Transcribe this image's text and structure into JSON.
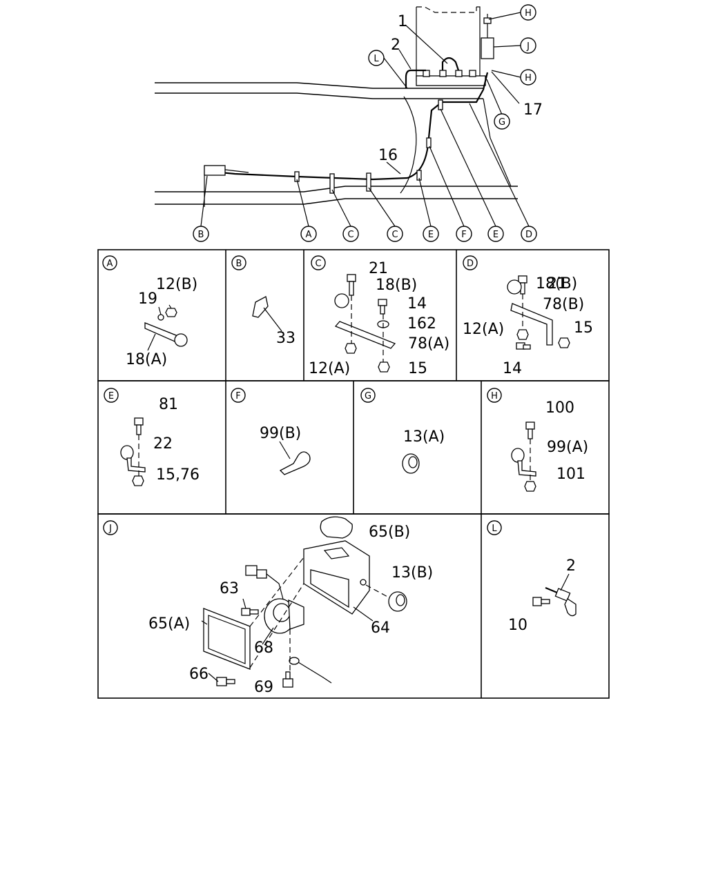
{
  "overview": {
    "callouts": {
      "H_top": "H",
      "J": "J",
      "H_mid": "H",
      "L": "L",
      "G": "G",
      "B": "B",
      "A": "A",
      "C1": "C",
      "C2": "C",
      "E1": "E",
      "F": "F",
      "E2": "E",
      "D": "D"
    },
    "part_labels": {
      "p1": "1",
      "p2": "2",
      "p17": "17",
      "p16": "16"
    }
  },
  "panels": {
    "A": {
      "letter": "A",
      "labels": [
        "12(B)",
        "19",
        "18(A)"
      ]
    },
    "B": {
      "letter": "B",
      "labels": [
        "33"
      ]
    },
    "C": {
      "letter": "C",
      "labels": [
        "21",
        "18(B)",
        "14",
        "162",
        "78(A)",
        "12(A)",
        "15"
      ]
    },
    "D": {
      "letter": "D",
      "labels": [
        "21",
        "18(B)",
        "78(B)",
        "12(A)",
        "15",
        "14"
      ]
    },
    "E": {
      "letter": "E",
      "labels": [
        "81",
        "22",
        "15,76"
      ]
    },
    "F": {
      "letter": "F",
      "labels": [
        "99(B)"
      ]
    },
    "G": {
      "letter": "G",
      "labels": [
        "13(A)"
      ]
    },
    "H": {
      "letter": "H",
      "labels": [
        "100",
        "99(A)",
        "101"
      ]
    },
    "J": {
      "letter": "J",
      "labels": [
        "65(B)",
        "13(B)",
        "63",
        "65(A)",
        "68",
        "64",
        "66",
        "69"
      ]
    },
    "L": {
      "letter": "L",
      "labels": [
        "2",
        "10"
      ]
    }
  },
  "colors": {
    "ink": "#000000",
    "paper": "#ffffff"
  }
}
